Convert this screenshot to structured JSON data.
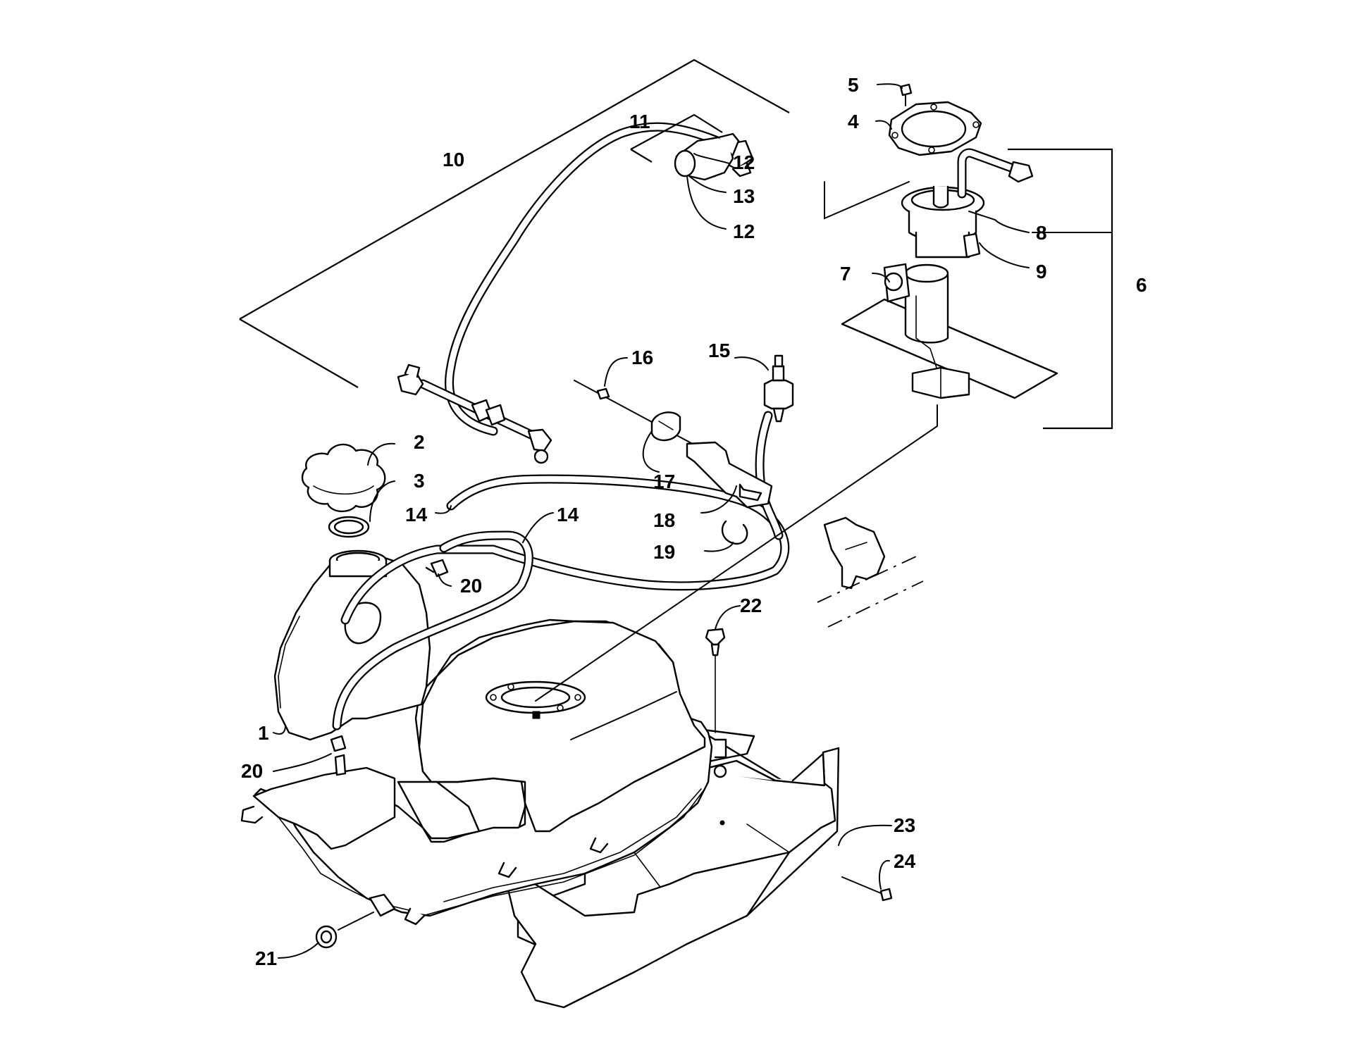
{
  "diagram": {
    "callouts": {
      "c1": "1",
      "c2": "2",
      "c3": "3",
      "c4": "4",
      "c5": "5",
      "c6": "6",
      "c7": "7",
      "c8": "8",
      "c9": "9",
      "c10": "10",
      "c11": "11",
      "c12a": "12",
      "c12b": "12",
      "c13": "13",
      "c14a": "14",
      "c14b": "14",
      "c15": "15",
      "c16": "16",
      "c17": "17",
      "c18": "18",
      "c19": "19",
      "c20a": "20",
      "c20b": "20",
      "c21": "21",
      "c22": "22",
      "c23": "23",
      "c24": "24"
    },
    "colors": {
      "line": "#000000",
      "background": "#ffffff"
    }
  }
}
